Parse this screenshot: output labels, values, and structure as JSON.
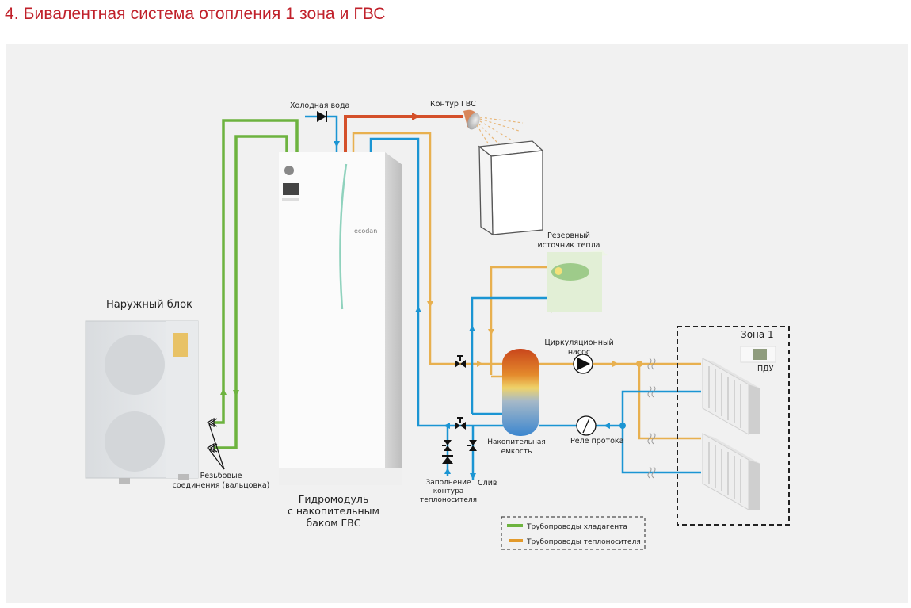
{
  "title": "4. Бивалентная система отопления 1 зона и ГВС",
  "labels": {
    "cold_water": "Холодная вода",
    "dhw_circuit": "Контур ГВС",
    "backup_heat_line1": "Резервный",
    "backup_heat_line2": "источник тепла",
    "outdoor_unit": "Наружный блок",
    "circ_pump_line1": "Циркуляционный",
    "circ_pump_line2": "насос",
    "zone": "Зона 1",
    "remote": "ПДУ",
    "buffer_line1": "Накопительная",
    "buffer_line2": "емкость",
    "flow_relay": "Реле протока",
    "fill_line1": "Заполнение",
    "fill_line2": "контура",
    "fill_line3": "теплоносителя",
    "drain": "Слив",
    "flare_line1": "Резьбовые",
    "flare_line2": "соединения (вальцовка)",
    "hydro_line1": "Гидромодуль",
    "hydro_line2": "с накопительным",
    "hydro_line3": "баком ГВС",
    "brand": "ecodan"
  },
  "legend": [
    {
      "label": "Трубопроводы хладагента",
      "color": "#6db33f"
    },
    {
      "label": "Трубопроводы теплоносителя",
      "color": "#e39a2b"
    }
  ],
  "colors": {
    "title": "#c0202a",
    "refrigerant": "#6db33f",
    "heat_carrier": "#e8b04f",
    "cold_return": "#1b95d3",
    "hot_water": "#d4502a",
    "backup_unit": "#e2efd6"
  }
}
